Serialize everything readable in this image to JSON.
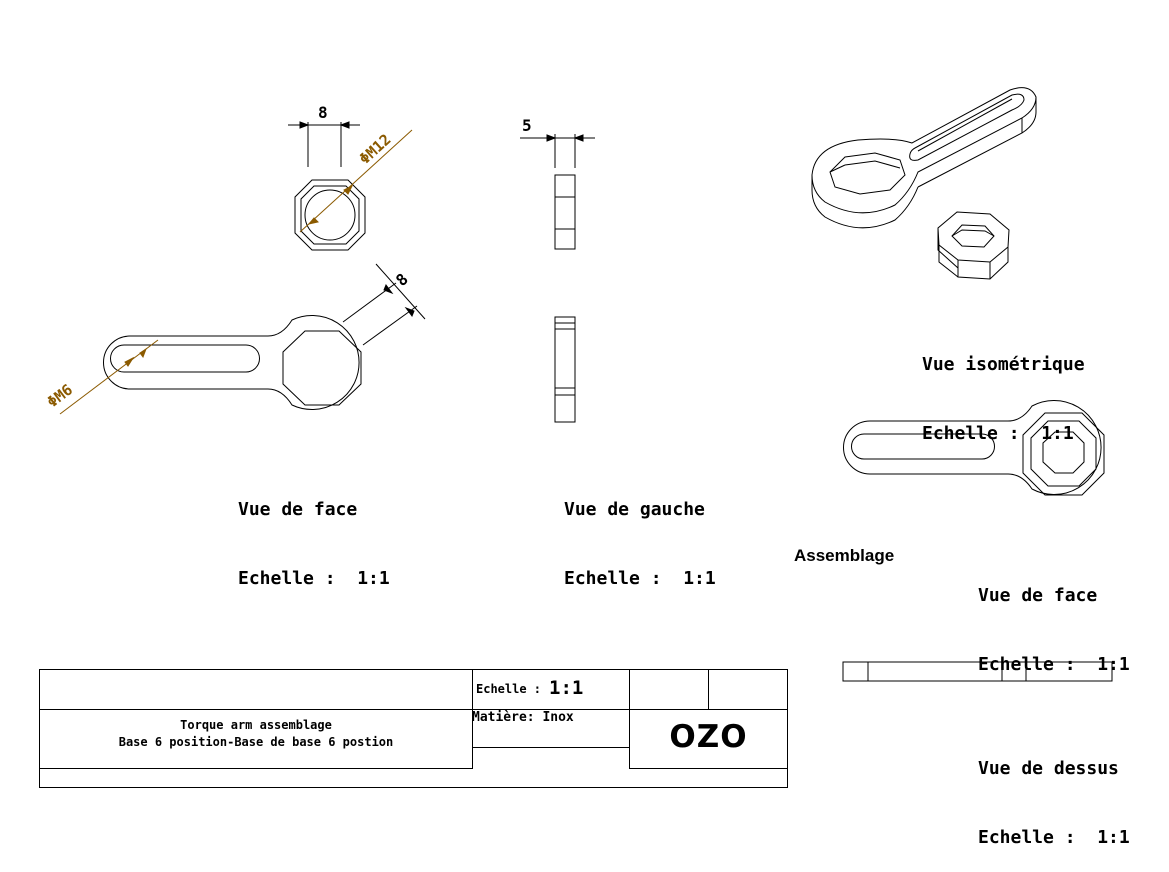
{
  "dimensions": {
    "top_width": "8",
    "top_diameter": "ΦM12",
    "arm_width": "8",
    "slot_diameter": "ΦM6",
    "side_thickness": "5"
  },
  "views": {
    "front": {
      "title": "Vue de face",
      "scale": "Echelle :  1:1"
    },
    "left": {
      "title": "Vue de gauche",
      "scale": "Echelle :  1:1"
    },
    "iso": {
      "title": "Vue isométrique",
      "scale": "Echelle :  1:1"
    },
    "assembly_front": {
      "title": "Vue de face",
      "scale": "Echelle :  1:1"
    },
    "assembly_top": {
      "title": "Vue de dessus",
      "scale": "Echelle :  1:1"
    }
  },
  "assembly_label": "Assemblage",
  "title_block": {
    "title_line1": "Torque arm assemblage",
    "title_line2": "Base 6 position-Base de base 6 postion",
    "scale_label": "Echelle :",
    "scale_value": "1:1",
    "material": "Matière: Inox",
    "code": "OZO"
  },
  "colors": {
    "line": "#000000",
    "dimension": "#8b5a00"
  }
}
